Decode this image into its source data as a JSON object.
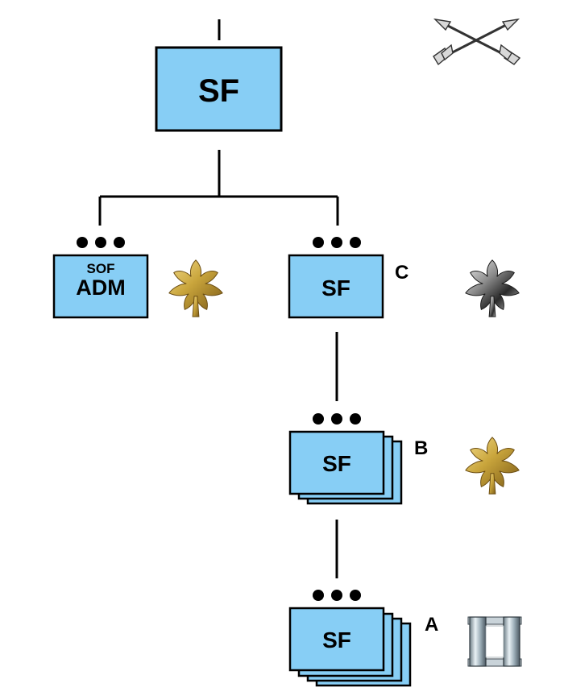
{
  "top_unit": {
    "label": "SF"
  },
  "adm_unit": {
    "sub_label": "SOF",
    "label": "ADM"
  },
  "company_unit": {
    "label": "SF",
    "echelon_label": "C"
  },
  "b_unit": {
    "label": "SF",
    "echelon_label": "B"
  },
  "a_unit": {
    "label": "SF",
    "echelon_label": "A"
  },
  "colors": {
    "unit_fill": "#87cef5",
    "stroke": "#000000",
    "gold_insignia": "#c9a53c",
    "silver_insignia": "#9a9a9a"
  },
  "icons": {
    "branch_insignia": "crossed-arrows-icon",
    "adm_rank": "gold-oak-leaf-icon",
    "company_rank": "silver-oak-leaf-icon",
    "b_rank": "gold-oak-leaf-icon",
    "a_rank": "captain-bars-icon"
  }
}
